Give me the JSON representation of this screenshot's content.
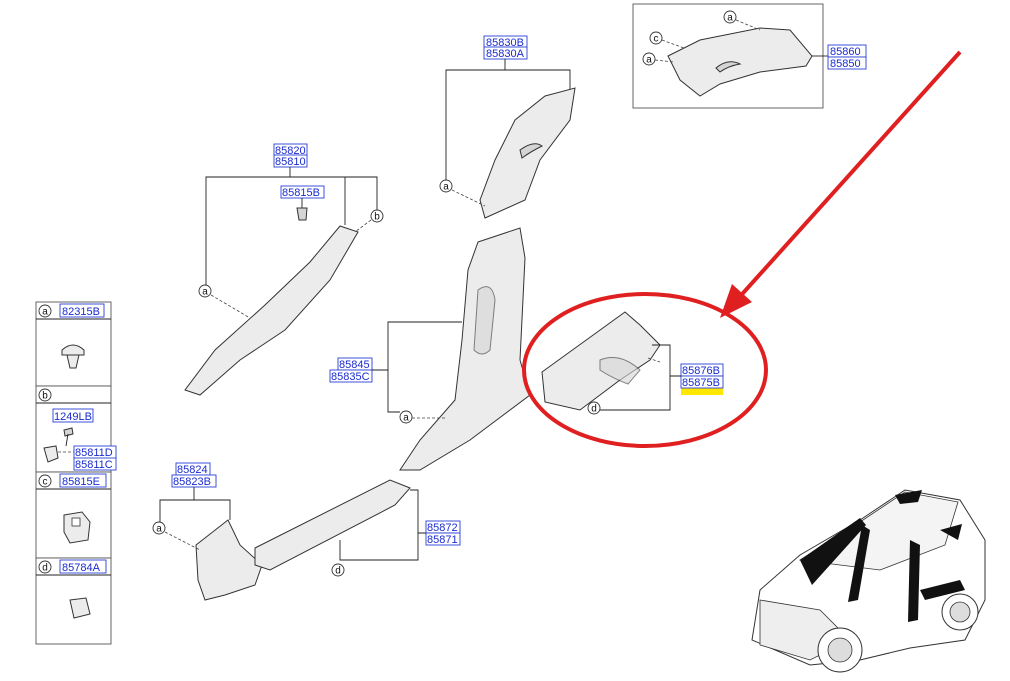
{
  "labels": {
    "b_85830": "85830B",
    "a_85830": "85830A",
    "b_85820": "85820",
    "a_85820": "85810",
    "clip_85815b": "85815B",
    "b_85845": "85845",
    "a_85845": "85835C",
    "b_85860": "85860",
    "a_85860": "85850",
    "b_85876": "85876B",
    "a_85876": "85875B",
    "b_85824": "85824",
    "a_85824": "85823B",
    "b_85872": "85872",
    "a_85872": "85871"
  },
  "legend": [
    {
      "letter": "a",
      "part": "82315B"
    },
    {
      "letter": "b",
      "part": "",
      "subparts": [
        "1249LB",
        "85811D",
        "85811C"
      ]
    },
    {
      "letter": "c",
      "part": "85815E"
    },
    {
      "letter": "d",
      "part": "85784A"
    }
  ],
  "callouts": {
    "a": "a",
    "b": "b",
    "c": "c",
    "d": "d"
  },
  "colors": {
    "label_text": "#1a2bd0",
    "highlight": "#ffe800",
    "annotation": "#e02020"
  }
}
